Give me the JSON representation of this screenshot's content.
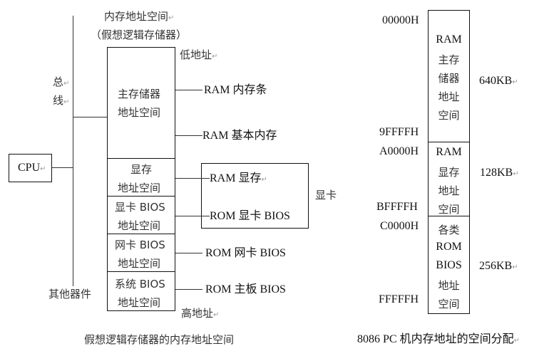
{
  "left_diagram": {
    "title_line1": "内存地址空间",
    "title_line2": "（假想逻辑存储器）",
    "low_address": "低地址",
    "high_address": "高地址",
    "bus_label_1": "总",
    "bus_label_2": "线",
    "cpu_label": "CPU",
    "other_devices": "其他器件",
    "segments": [
      {
        "line1": "主存储器",
        "line2": "地址空间"
      },
      {
        "line1": "显存",
        "line2": "地址空间"
      },
      {
        "line1": "显卡 BIOS",
        "line2": "地址空间"
      },
      {
        "line1": "网卡 BIOS",
        "line2": "地址空间"
      },
      {
        "line1": "系统 BIOS",
        "line2": "地址空间"
      }
    ],
    "devices": {
      "ram_stick": "RAM 内存条",
      "ram_base": "RAM 基本内存",
      "ram_video": "RAM 显存",
      "rom_video_bios": "ROM 显卡 BIOS",
      "video_card": "显卡",
      "rom_nic_bios": "ROM 网卡 BIOS",
      "rom_board_bios": "ROM 主板 BIOS"
    },
    "caption": "假想逻辑存储器的内存地址空间"
  },
  "right_diagram": {
    "segments": [
      {
        "start": "00000H",
        "end": "9FFFFH",
        "lines": [
          "RAM",
          "主存",
          "储器",
          "地址",
          "空间"
        ],
        "size": "640KB"
      },
      {
        "start": "A0000H",
        "end": "BFFFFH",
        "lines": [
          "RAM",
          "显存",
          "地址",
          "空间"
        ],
        "size": "128KB"
      },
      {
        "start": "C0000H",
        "end": "FFFFFH",
        "lines": [
          "各类",
          "ROM",
          "BIOS",
          "地址",
          "空间"
        ],
        "size": "256KB"
      }
    ],
    "caption": "8086 PC 机内存地址的空间分配"
  },
  "marks": {
    "return": "↵"
  }
}
